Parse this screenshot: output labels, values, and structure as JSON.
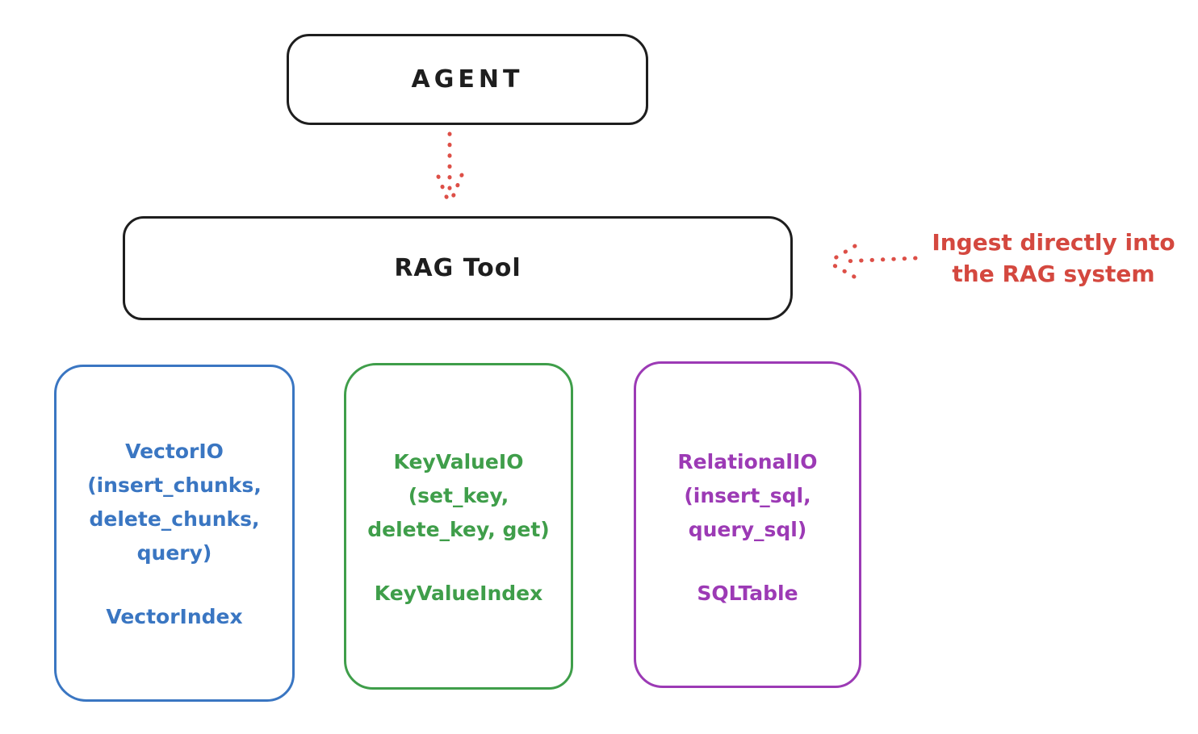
{
  "diagram": {
    "agent_box": {
      "label": "AGENT"
    },
    "rag_tool_box": {
      "label": "RAG Tool"
    },
    "annotation": {
      "line1": "Ingest directly into",
      "line2": "the RAG system"
    },
    "modules": [
      {
        "id": "vector-io",
        "interface_lines": [
          "VectorIO",
          "(insert_chunks,",
          "delete_chunks,",
          "query)"
        ],
        "index_label": "VectorIndex",
        "color": "#3a76c2"
      },
      {
        "id": "keyvalue-io",
        "interface_lines": [
          "KeyValueIO",
          "(set_key,",
          "delete_key, get)"
        ],
        "index_label": "KeyValueIndex",
        "color": "#3f9e4a"
      },
      {
        "id": "relational-io",
        "interface_lines": [
          "RelationalIO",
          "(insert_sql,",
          "query_sql)"
        ],
        "index_label": "SQLTable",
        "color": "#9c3ab5"
      }
    ],
    "colors": {
      "stroke": "#1e1e1e",
      "red": "#d4483f",
      "blue": "#3a76c2",
      "green": "#3f9e4a",
      "purple": "#9c3ab5",
      "background": "#ffffff"
    }
  }
}
